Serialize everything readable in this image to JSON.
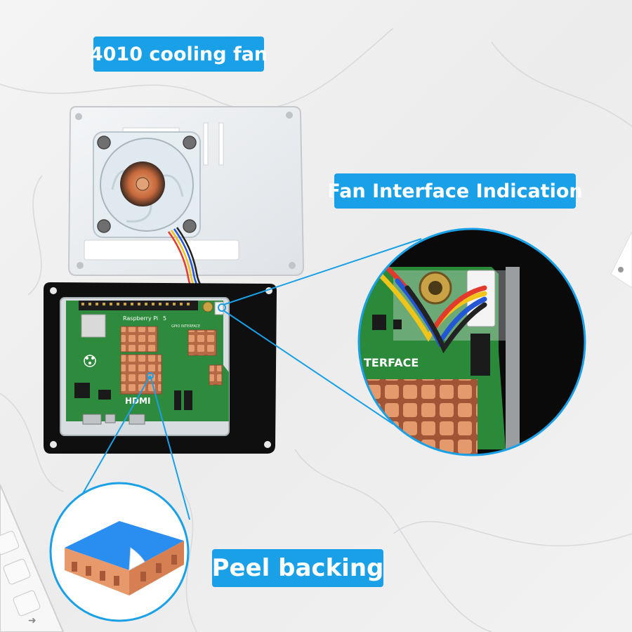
{
  "labels": {
    "cooling_fan": "4010 cooling fan",
    "fan_interface": "Fan Interface Indication",
    "peel_backing": "Peel backing"
  },
  "board": {
    "model_text": "Raspberry Pi",
    "model_number": "5",
    "header_text": "GPIO INTERFACE",
    "hdmi_text": "HDMI",
    "zoom_text": "TERFACE"
  },
  "colors": {
    "accent": "#1aa0e6",
    "pcb": "#2e8a3c",
    "copper": "#d98a5f",
    "thermal_pad": "#2a8df0"
  }
}
